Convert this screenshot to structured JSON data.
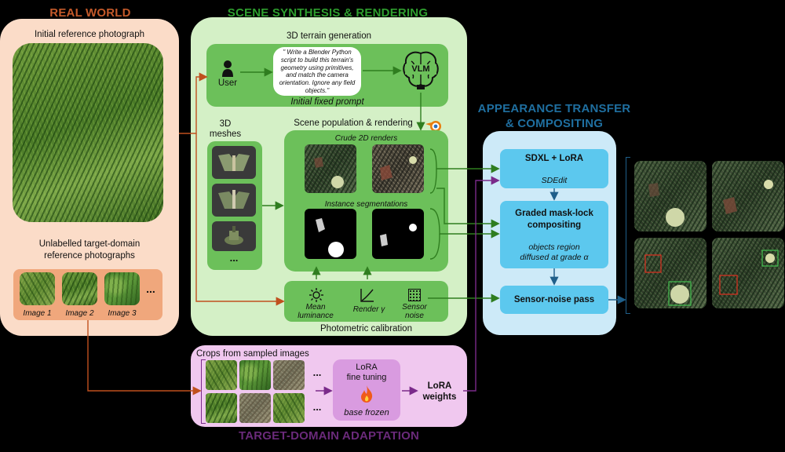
{
  "sections": {
    "real_world": "REAL WORLD",
    "scene_synthesis": "SCENE SYNTHESIS & RENDERING",
    "appearance_transfer_line1": "APPEARANCE TRANSFER",
    "appearance_transfer_line2": "& COMPOSITING",
    "target_domain": "TARGET-DOMAIN ADAPTATION"
  },
  "colors": {
    "real_world_title": "#c45a2a",
    "scene_title": "#2e9e2e",
    "appearance_title": "#1f6fa0",
    "target_title": "#6a2a7a",
    "orange_arrow": "#c0501e",
    "green_arrow": "#2f7d1f",
    "purple_arrow": "#7a2a8a",
    "blue_arrow": "#1f5f8a"
  },
  "real_world": {
    "initial_ref_label": "Initial reference photograph",
    "unlabelled_label_line1": "Unlabelled target-domain",
    "unlabelled_label_line2": "reference photographs",
    "images": [
      "Image 1",
      "Image 2",
      "Image 3"
    ],
    "ellipsis": "..."
  },
  "terrain": {
    "title": "3D terrain generation",
    "user_label": "User",
    "prompt": "\" Write a Blender Python script to build this terrain's geometry using primitives, and match the camera orientation. Ignore any field objects.\"",
    "vlm_label": "VLM",
    "initial_prompt_label": "Initial fixed prompt"
  },
  "meshes": {
    "title_line1": "3D",
    "title_line2": "meshes",
    "ellipsis": "..."
  },
  "scene_population": {
    "title": "Scene population & rendering",
    "crude_renders": "Crude 2D renders",
    "instance_segmentations": "Instance segmentations"
  },
  "photometric": {
    "title": "Photometric calibration",
    "mean_luminance_line1": "Mean",
    "mean_luminance_line2": "luminance",
    "render_gamma": "Render γ",
    "sensor_noise_line1": "Sensor",
    "sensor_noise_line2": "noise"
  },
  "appearance": {
    "sdxl": "SDXL + LoRA",
    "sdedit": "SDEdit",
    "graded_line1": "Graded mask-lock",
    "graded_line2": "compositing",
    "objects_line1": "objects region",
    "objects_line2": "diffused at grade α",
    "sensor_noise_pass": "Sensor-noise pass"
  },
  "target_adaptation": {
    "crops_label": "Crops from sampled images",
    "ellipsis": "...",
    "lora_line1": "LoRA",
    "lora_line2": "fine tuning",
    "base_frozen": "base frozen",
    "weights_line1": "LoRA",
    "weights_line2": "weights"
  }
}
